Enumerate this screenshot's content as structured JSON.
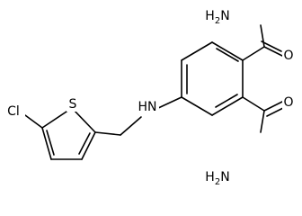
{
  "molecule": {
    "labels": {
      "cl": "Cl",
      "s": "S",
      "nh": "HN",
      "nh2_top": "H2N",
      "o_top": "O",
      "nh2_bottom": "H2N",
      "o_bottom": "O"
    }
  }
}
